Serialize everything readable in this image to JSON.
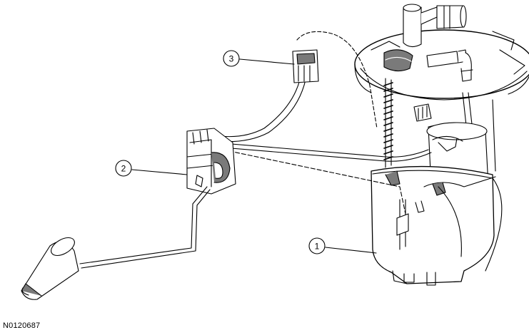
{
  "callouts": [
    {
      "id": "callout-1",
      "label": "1"
    },
    {
      "id": "callout-2",
      "label": "2"
    },
    {
      "id": "callout-3",
      "label": "3"
    }
  ],
  "figure_id": "N0120687",
  "colors": {
    "line": "#000000",
    "background": "#ffffff",
    "shade": "#7a7a7a"
  }
}
